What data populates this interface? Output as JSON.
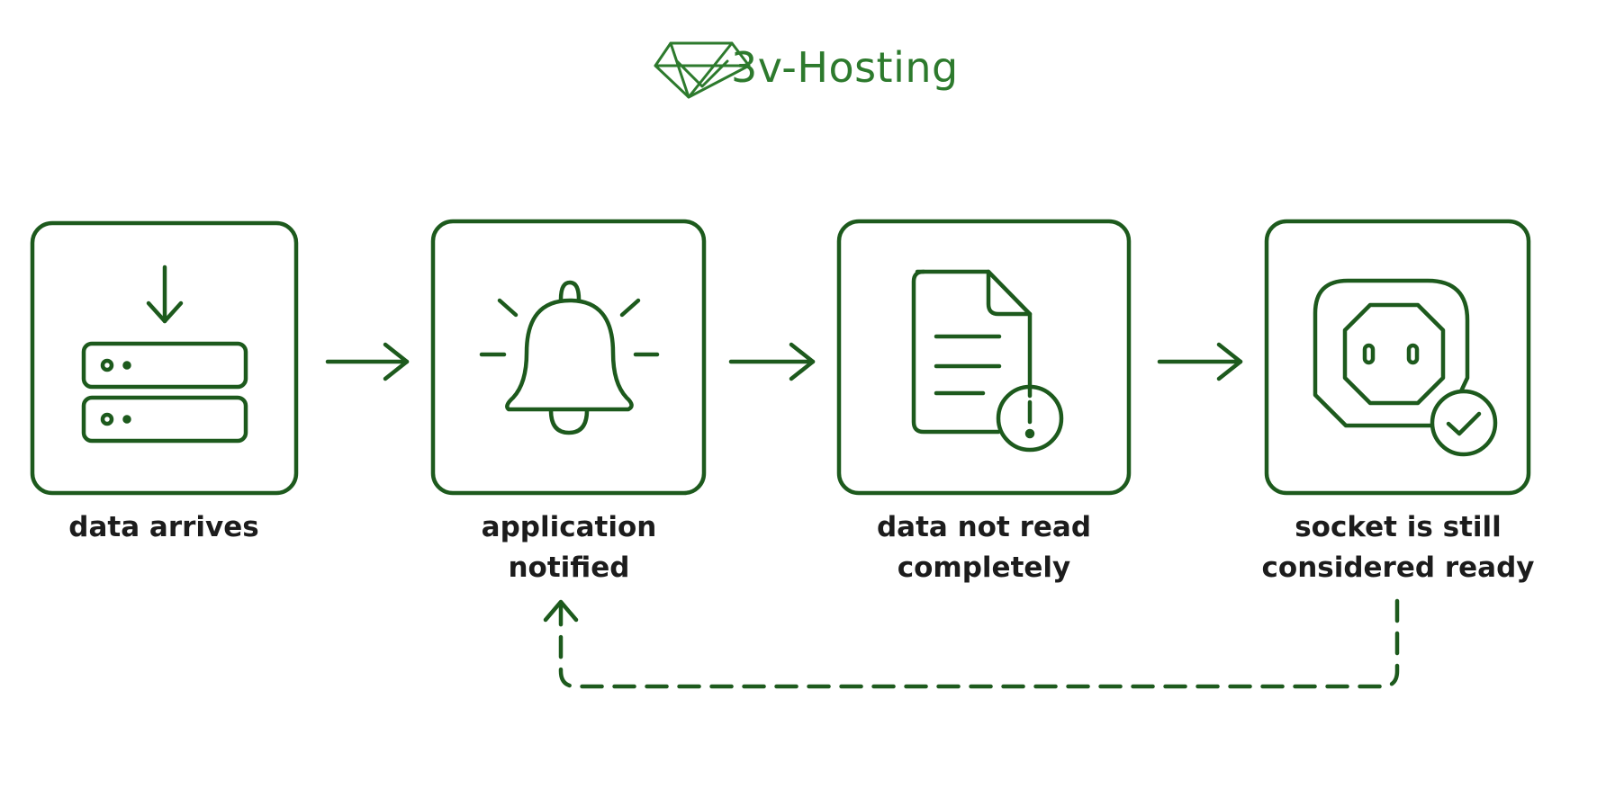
{
  "brand": {
    "name": "3v-Hosting",
    "logo_icon": "diamond-v-logo-icon"
  },
  "colors": {
    "stroke": "#1d5a1d",
    "brand": "#2d7a2d",
    "text": "#1c1c1c",
    "background": "#ffffff"
  },
  "steps": [
    {
      "id": "data-arrives",
      "icon": "server-download-icon",
      "label_lines": [
        "data arrives"
      ]
    },
    {
      "id": "application-notified",
      "icon": "bell-icon",
      "label_lines": [
        "application",
        "notified"
      ]
    },
    {
      "id": "data-not-read",
      "icon": "document-warning-icon",
      "label_lines": [
        "data not read",
        "completely"
      ]
    },
    {
      "id": "socket-ready",
      "icon": "socket-check-icon",
      "label_lines": [
        "socket is still",
        "considered ready"
      ]
    }
  ],
  "connectors": [
    {
      "from": "data-arrives",
      "to": "application-notified",
      "style": "solid"
    },
    {
      "from": "application-notified",
      "to": "data-not-read",
      "style": "solid"
    },
    {
      "from": "data-not-read",
      "to": "socket-ready",
      "style": "solid"
    },
    {
      "from": "socket-ready",
      "to": "application-notified",
      "style": "dashed"
    }
  ]
}
